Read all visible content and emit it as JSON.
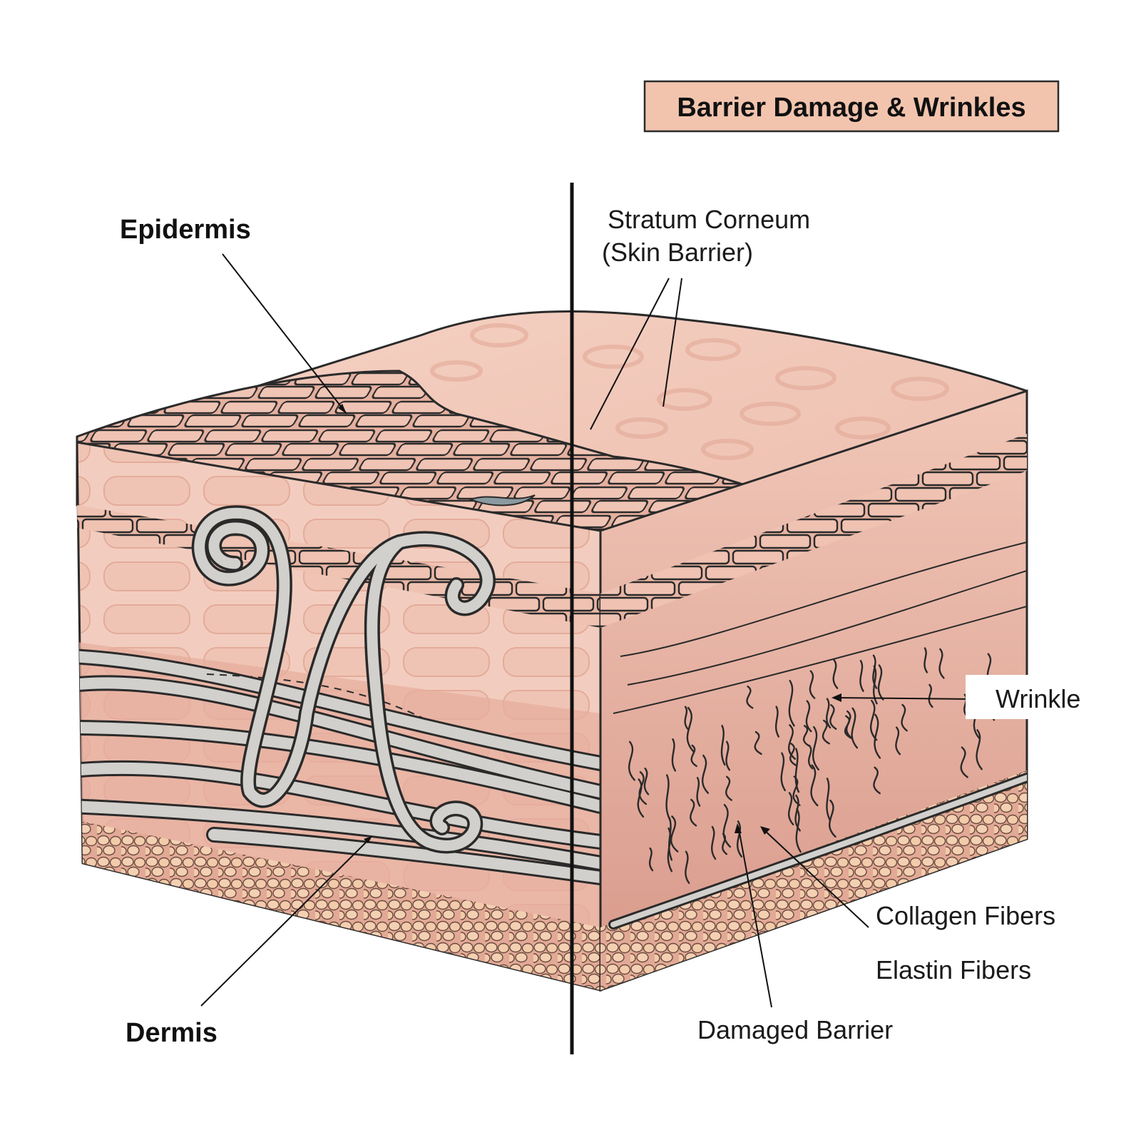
{
  "title": "Barrier Damage & Wrinkles",
  "labels": {
    "epidermis": "Epidermis",
    "stratum_line1": "Stratum Corneum",
    "stratum_line2": "(Skin Barrier)",
    "wrinkle": "Wrinkle",
    "collagen": "Collagen Fibers",
    "elastin": "Elastin Fibers",
    "damaged": "Damaged Barrier",
    "dermis": "Dermis"
  },
  "colors": {
    "title_fill": "#f2c4ae",
    "skin_light": "#f3cdbf",
    "skin_mid": "#e9b2a2",
    "skin_dark": "#d99a8c",
    "fat": "#f0c6a6",
    "fiber": "#d2d0cc",
    "outline": "#2a2a2a"
  }
}
